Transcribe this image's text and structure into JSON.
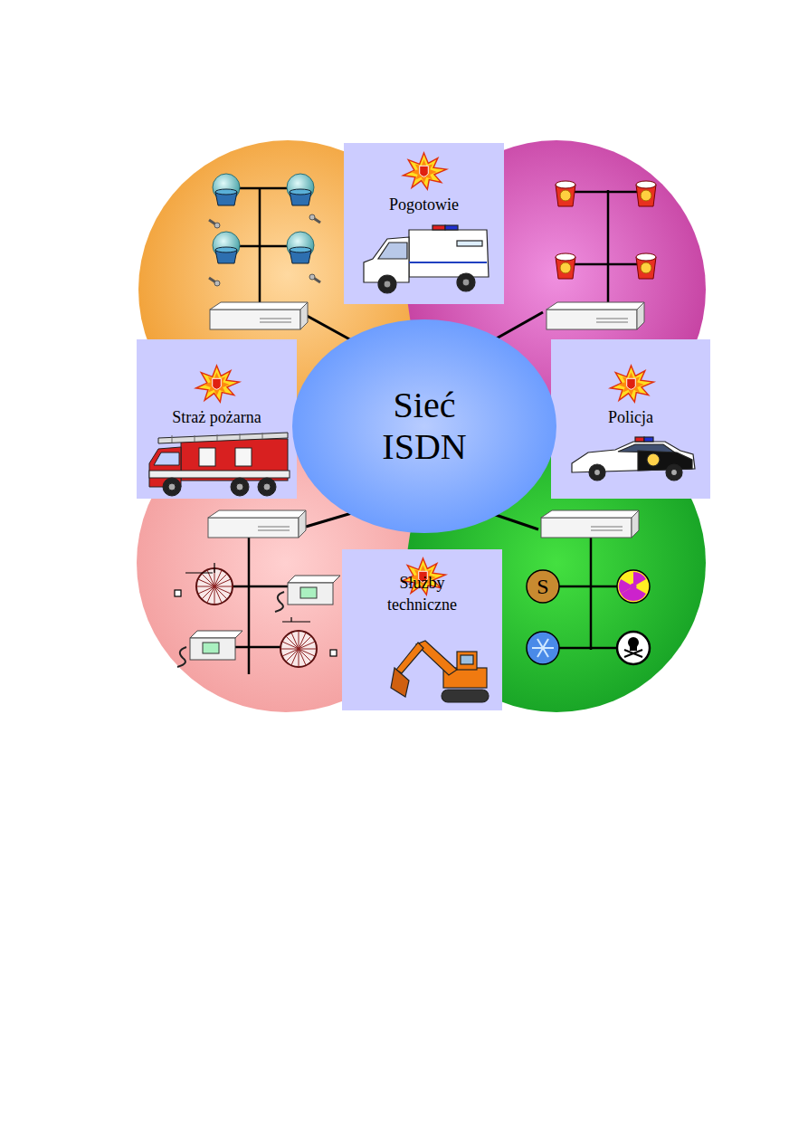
{
  "diagram": {
    "nodes": [
      {
        "text": [
          "Pogotowie"
        ]
      },
      {
        "text": [
          "Straż pożarna"
        ]
      },
      {
        "text": [
          "Sieć ISDN"
        ]
      },
      {
        "text": [
          "Policja"
        ]
      },
      {
        "text": [
          "Służby techniczne"
        ]
      }
    ],
    "labels": [
      "S"
    ]
  }
}
